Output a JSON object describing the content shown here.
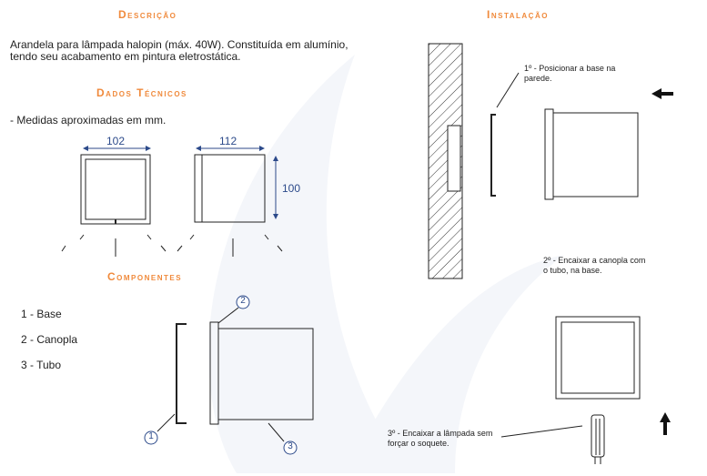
{
  "descricao": {
    "title": "Descrição",
    "line1": "Arandela para lâmpada halopin (máx. 40W). Constituída em alumínio,",
    "line2": "tendo seu acabamento em pintura eletrostática."
  },
  "dados": {
    "title": "Dados Técnicos",
    "medidas": "- Medidas aproximadas em mm.",
    "width_front": "102",
    "width_side": "112",
    "height": "100"
  },
  "componentes": {
    "title": "Componentes",
    "items": [
      "1 - Base",
      "2 - Canopla",
      "3 - Tubo"
    ],
    "callouts": [
      "1",
      "2",
      "3"
    ]
  },
  "instalacao": {
    "title": "Instalação",
    "step1_line1": "1º - Posicionar a base na",
    "step1_line2": "parede.",
    "step2_line1": "2º - Encaixar a canopla com",
    "step2_line2": "o tubo, na base.",
    "step3_line1": "3º - Encaixar a lâmpada sem",
    "step3_line2": "forçar o soquete."
  },
  "colors": {
    "heading": "#f08a3c",
    "dimension": "#2c4a8a",
    "line": "#222222"
  }
}
